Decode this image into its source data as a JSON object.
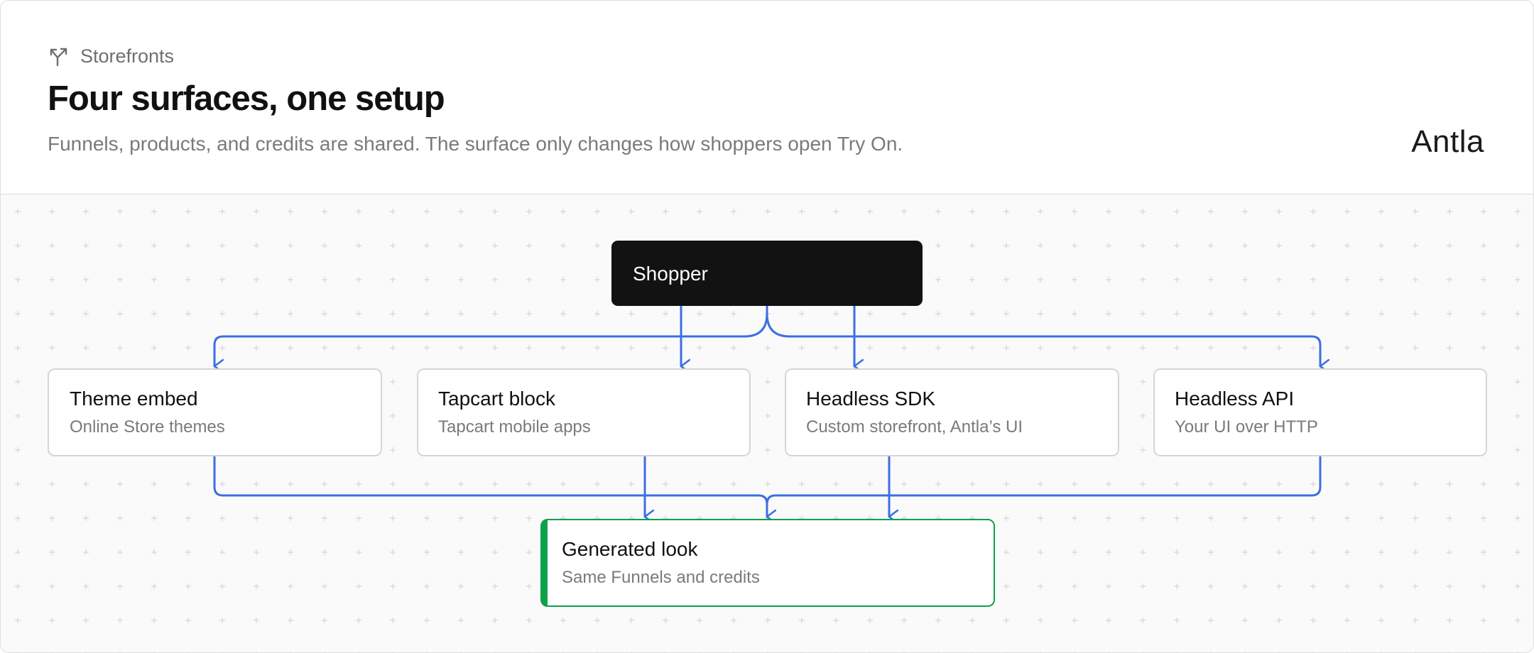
{
  "header": {
    "eyebrow": "Storefronts",
    "title": "Four surfaces, one setup",
    "subtitle": "Funnels, products, and credits are shared. The surface only changes how shoppers open Try On.",
    "brand": "Antla",
    "eyebrow_icon": "split-arrows-icon"
  },
  "diagram": {
    "source": {
      "label": "Shopper"
    },
    "surfaces": [
      {
        "title": "Theme embed",
        "subtitle": "Online Store themes"
      },
      {
        "title": "Tapcart block",
        "subtitle": "Tapcart mobile apps"
      },
      {
        "title": "Headless SDK",
        "subtitle": "Custom storefront, Antla’s UI"
      },
      {
        "title": "Headless API",
        "subtitle": "Your UI over HTTP"
      }
    ],
    "result": {
      "title": "Generated look",
      "subtitle": "Same Funnels and credits"
    }
  },
  "colors": {
    "connector": "#3b6fe4",
    "result_accent": "#11a04a",
    "source_fill": "#121212",
    "node_border": "#d6d6d6",
    "grid_mark": "#dadada"
  }
}
